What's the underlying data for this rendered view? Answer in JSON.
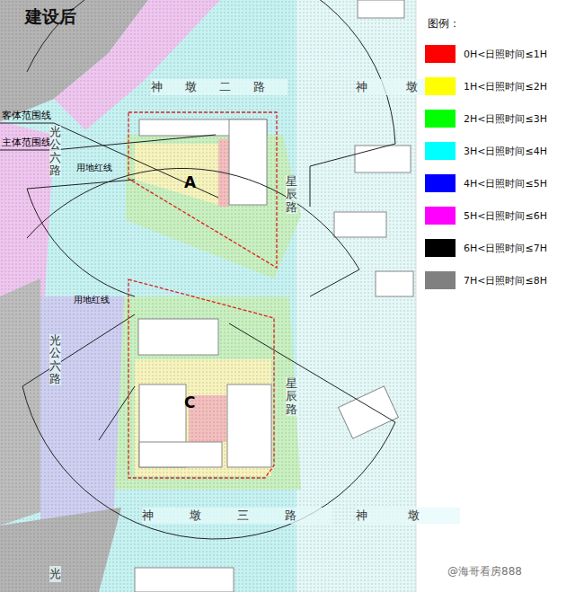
{
  "diagram": {
    "title": "建设后",
    "nodes": [
      {
        "text": [
          "A"
        ]
      },
      {
        "text": [
          "C"
        ]
      }
    ],
    "labels": [
      "图例：",
      "神墩二路",
      "神墩",
      "客体范围线",
      "主体范围线",
      "用地红线",
      "光公六路",
      "星辰路",
      "光公六路",
      "用地红线",
      "星辰路",
      "神墩三路",
      "神墩",
      "光",
      "@海哥看房888"
    ],
    "legend": [
      {
        "text": "0H<日照时间≤1H",
        "color": "#ff0000"
      },
      {
        "text": "1H<日照时间≤2H",
        "color": "#ffff00"
      },
      {
        "text": "2H<日照时间≤3H",
        "color": "#00ff00"
      },
      {
        "text": "3H<日照时间≤4H",
        "color": "#00ffff"
      },
      {
        "text": "4H<日照时间≤5H",
        "color": "#0000ff"
      },
      {
        "text": "5H<日照时间≤6H",
        "color": "#ff00ff"
      },
      {
        "text": "6H<日照时间≤7H",
        "color": "#000000"
      },
      {
        "text": "7H<日照时间≤8H",
        "color": "#808080"
      }
    ]
  }
}
